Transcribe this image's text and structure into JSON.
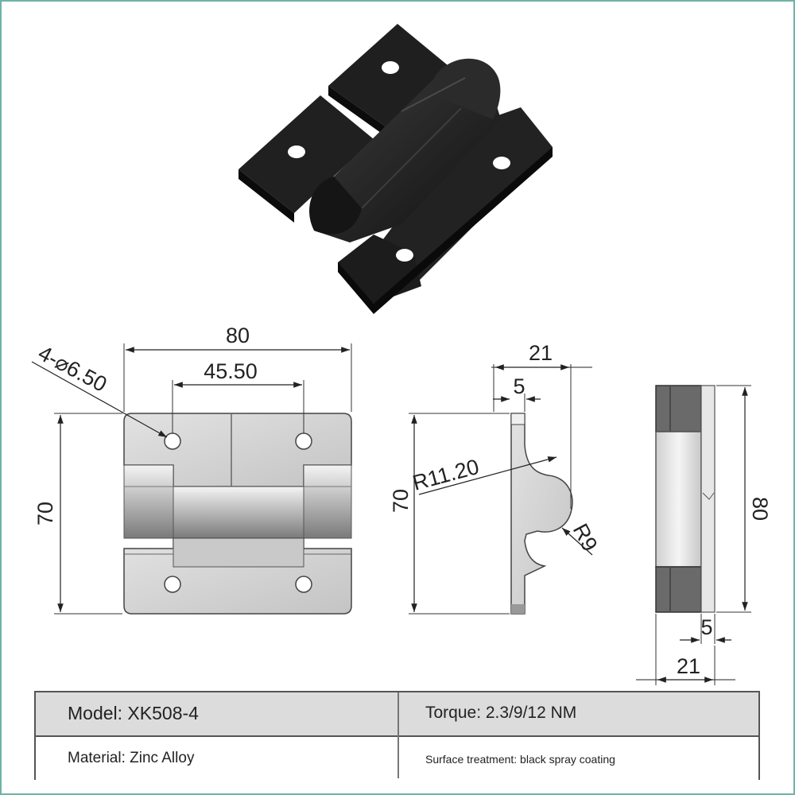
{
  "dimensions": {
    "front": {
      "width": "80",
      "hole_spacing": "45.50",
      "hole_callout": "4-⌀6.50",
      "height": "70"
    },
    "side": {
      "depth": "21",
      "plate_thickness": "5",
      "height": "70",
      "outer_radius": "R11.20",
      "inner_radius": "R9"
    },
    "end": {
      "height": "80",
      "plate_thickness": "5",
      "depth": "21"
    }
  },
  "specs": {
    "model": "Model: XK508-4",
    "torque": "Torque: 2.3/9/12 NM",
    "material": "Material: Zinc Alloy",
    "surface": "Surface treatment: black spray coating"
  },
  "colors": {
    "frame": "#6fb3a8",
    "product": "#1b1b1b",
    "drawing_fill": "#d6d6d6",
    "table_header": "#dcdcdc"
  }
}
